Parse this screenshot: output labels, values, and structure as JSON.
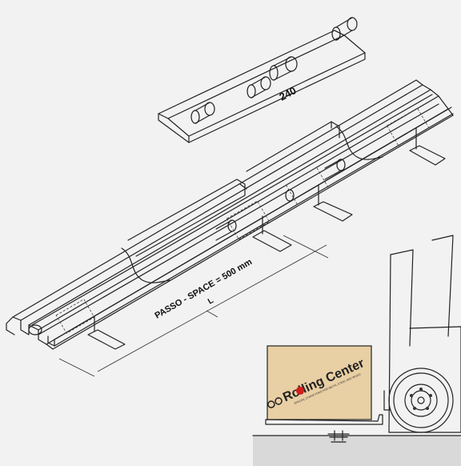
{
  "drawing": {
    "bolt_length_label": "240",
    "pitch_label": "PASSO - SPACE = 500 mm",
    "pitch_symbol": "L"
  },
  "package": {
    "brand": "Rolling Center",
    "tagline": "SPECIAL CONVEYORS FOR METAL STEEL AND WOOD"
  },
  "colors": {
    "background": "#f2f2f2",
    "box": "#e8cfa4",
    "floor": "#d9d9d9",
    "brand_red": "#d21d1d"
  }
}
